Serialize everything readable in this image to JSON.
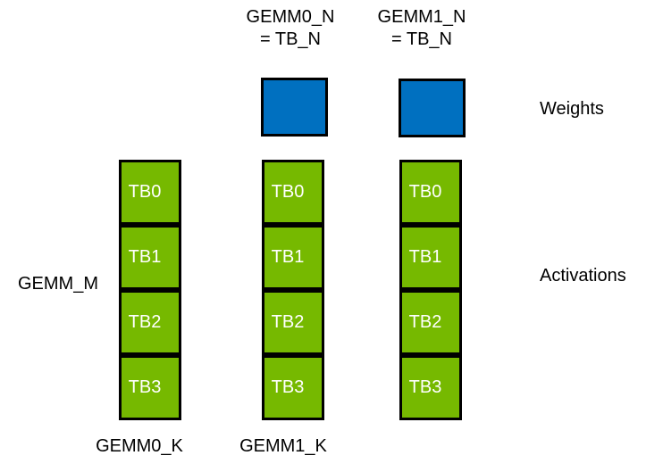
{
  "colors": {
    "background": "#FFFFFF",
    "weights_fill": "#0070C0",
    "activations_fill": "#76B900",
    "border": "#000000",
    "block_text": "#FFFFFF",
    "label_text": "#000000"
  },
  "top_labels": [
    {
      "line1": "GEMM0_N",
      "line2": "= TB_N"
    },
    {
      "line1": "GEMM1_N",
      "line2": "= TB_N"
    }
  ],
  "right_labels": {
    "weights": "Weights",
    "activations": "Activations"
  },
  "left_label": "GEMM_M",
  "bottom_labels": [
    "GEMM0_K",
    "GEMM1_K"
  ],
  "columns": [
    {
      "blocks": [
        "TB0",
        "TB1",
        "TB2",
        "TB3"
      ]
    },
    {
      "blocks": [
        "TB0",
        "TB1",
        "TB2",
        "TB3"
      ]
    },
    {
      "blocks": [
        "TB0",
        "TB1",
        "TB2",
        "TB3"
      ]
    }
  ]
}
